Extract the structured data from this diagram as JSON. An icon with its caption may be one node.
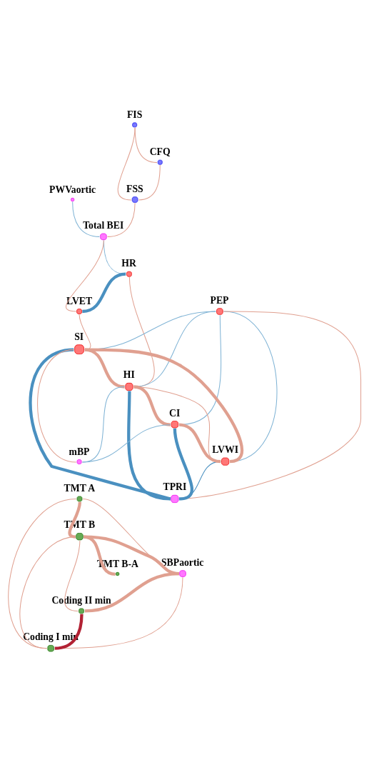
{
  "diagram": {
    "nodes": [
      {
        "text": [
          "FIS"
        ]
      },
      {
        "text": [
          "CFQ"
        ]
      },
      {
        "text": [
          "PWVaortic"
        ]
      },
      {
        "text": [
          "FSS"
        ]
      },
      {
        "text": [
          "Total BEI"
        ]
      },
      {
        "text": [
          "HR"
        ]
      },
      {
        "text": [
          "LVET"
        ]
      },
      {
        "text": [
          "PEP"
        ]
      },
      {
        "text": [
          "SI"
        ]
      },
      {
        "text": [
          "HI"
        ]
      },
      {
        "text": [
          "LVWI"
        ]
      },
      {
        "text": [
          "CI"
        ]
      },
      {
        "text": [
          "TPRI"
        ]
      },
      {
        "text": [
          "mBP"
        ]
      },
      {
        "text": [
          "TMT A"
        ]
      },
      {
        "text": [
          "TMT B-A"
        ]
      },
      {
        "text": [
          "TMT B"
        ]
      },
      {
        "text": [
          "SBPaortic"
        ]
      },
      {
        "text": [
          "Coding II min"
        ]
      },
      {
        "text": [
          "Coding I min"
        ]
      }
    ],
    "edges": [
      {
        "from": 0,
        "to": 1,
        "arrow": "none"
      },
      {
        "from": 0,
        "to": 3,
        "arrow": "none"
      },
      {
        "from": 1,
        "to": 3,
        "arrow": "none"
      },
      {
        "from": 3,
        "to": 4,
        "arrow": "none"
      },
      {
        "from": 2,
        "to": 4,
        "arrow": "none",
        "color": "#7fb3d5"
      },
      {
        "from": 4,
        "to": 5,
        "arrow": "none",
        "color": "#7fb3d5"
      },
      {
        "from": 4,
        "to": 6,
        "arrow": "none"
      },
      {
        "from": 5,
        "to": 6,
        "arrow": "none",
        "style": "thick",
        "color": "#4a90c0"
      },
      {
        "from": 5,
        "to": 9,
        "arrow": "none"
      },
      {
        "from": 6,
        "to": 8,
        "arrow": "none"
      },
      {
        "from": 7,
        "to": 8,
        "arrow": "none",
        "color": "#7fb3d5"
      },
      {
        "from": 7,
        "to": 9,
        "arrow": "none",
        "color": "#7fb3d5"
      },
      {
        "from": 7,
        "to": 11,
        "arrow": "none",
        "color": "#7fb3d5"
      },
      {
        "from": 7,
        "to": 10,
        "arrow": "none",
        "color": "#7fb3d5"
      },
      {
        "from": 7,
        "to": 12,
        "arrow": "none"
      },
      {
        "from": 8,
        "to": 9,
        "arrow": "none",
        "style": "thick"
      },
      {
        "from": 8,
        "to": 10,
        "arrow": "none",
        "style": "thick"
      },
      {
        "from": 9,
        "to": 10,
        "arrow": "none"
      },
      {
        "from": 9,
        "to": 11,
        "arrow": "none",
        "style": "thick"
      },
      {
        "from": 11,
        "to": 10,
        "arrow": "none",
        "style": "thick"
      },
      {
        "from": 8,
        "to": 12,
        "arrow": "none",
        "style": "thick",
        "color": "#4a90c0"
      },
      {
        "from": 11,
        "to": 12,
        "arrow": "none",
        "style": "thick",
        "color": "#4a90c0"
      },
      {
        "from": 9,
        "to": 12,
        "arrow": "none",
        "style": "thick",
        "color": "#4a90c0"
      },
      {
        "from": 10,
        "to": 12,
        "arrow": "none",
        "color": "#4a90c0"
      },
      {
        "from": 8,
        "to": 13,
        "arrow": "none"
      },
      {
        "from": 11,
        "to": 13,
        "arrow": "none",
        "color": "#7fb3d5"
      },
      {
        "from": 9,
        "to": 13,
        "arrow": "none",
        "color": "#7fb3d5"
      },
      {
        "from": 14,
        "to": 16,
        "arrow": "none",
        "style": "thick"
      },
      {
        "from": 14,
        "to": 17,
        "arrow": "none"
      },
      {
        "from": 14,
        "to": 19,
        "arrow": "none"
      },
      {
        "from": 16,
        "to": 15,
        "arrow": "none",
        "style": "thick"
      },
      {
        "from": 16,
        "to": 17,
        "arrow": "none",
        "style": "thick"
      },
      {
        "from": 16,
        "to": 18,
        "arrow": "none"
      },
      {
        "from": 16,
        "to": 19,
        "arrow": "none"
      },
      {
        "from": 17,
        "to": 18,
        "arrow": "none",
        "style": "thick"
      },
      {
        "from": 17,
        "to": 19,
        "arrow": "none"
      },
      {
        "from": 18,
        "to": 19,
        "arrow": "none",
        "style": "thick",
        "color": "#b22234"
      }
    ]
  }
}
